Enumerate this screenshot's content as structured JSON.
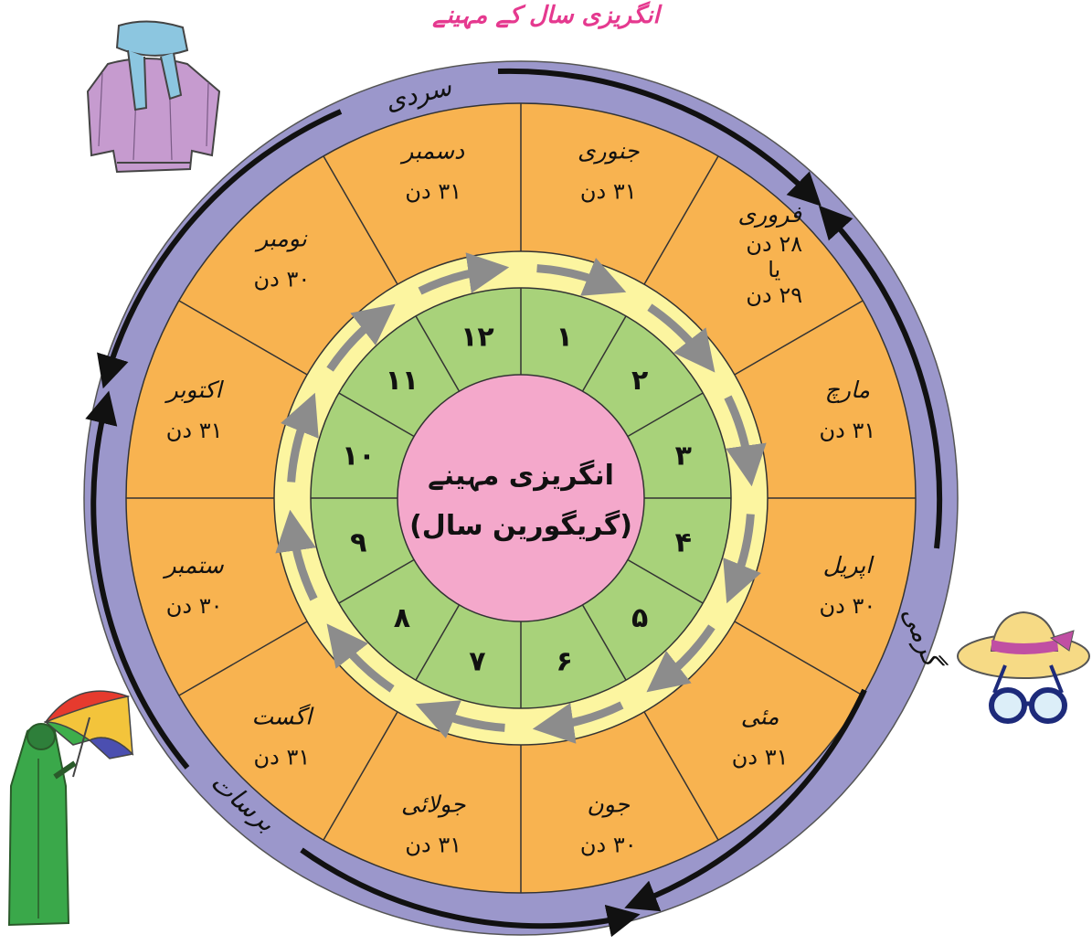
{
  "title": "انگریزی سال کے مہینے",
  "center": {
    "line1": "انگریزی مہینے",
    "line2": "(گریگورین سال)"
  },
  "seasons": {
    "winter": "سردی",
    "summer": "گرمی",
    "rainy": "برسات"
  },
  "months": [
    {
      "num": "۱",
      "name": "جنوری",
      "days": "۳۱ دن"
    },
    {
      "num": "۲",
      "name": "فروری",
      "days": "۲۸ دن",
      "days_or": "یا",
      "days_alt": "۲۹ دن"
    },
    {
      "num": "۳",
      "name": "مارچ",
      "days": "۳۱ دن"
    },
    {
      "num": "۴",
      "name": "اپریل",
      "days": "۳۰ دن"
    },
    {
      "num": "۵",
      "name": "مئی",
      "days": "۳۱ دن"
    },
    {
      "num": "۶",
      "name": "جون",
      "days": "۳۰ دن"
    },
    {
      "num": "۷",
      "name": "جولائی",
      "days": "۳۱ دن"
    },
    {
      "num": "۸",
      "name": "اگست",
      "days": "۳۱ دن"
    },
    {
      "num": "۹",
      "name": "ستمبر",
      "days": "۳۰ دن"
    },
    {
      "num": "۱۰",
      "name": "اکتوبر",
      "days": "۳۱ دن"
    },
    {
      "num": "۱۱",
      "name": "نومبر",
      "days": "۳۰ دن"
    },
    {
      "num": "۱۲",
      "name": "دسمبر",
      "days": "۳۱ دن"
    }
  ],
  "colors": {
    "outer_ring": "#9b97cb",
    "month_ring": "#f8b350",
    "yellow_ring": "#fcf5a0",
    "number_ring": "#a8d27a",
    "center": "#f4a8cb",
    "title": "#e5398f",
    "arrow_gray": "#8c8c8c"
  },
  "icons": [
    "sweater-icon",
    "sun-hat-icon",
    "sunglasses-icon",
    "raincoat-icon",
    "umbrella-icon"
  ]
}
